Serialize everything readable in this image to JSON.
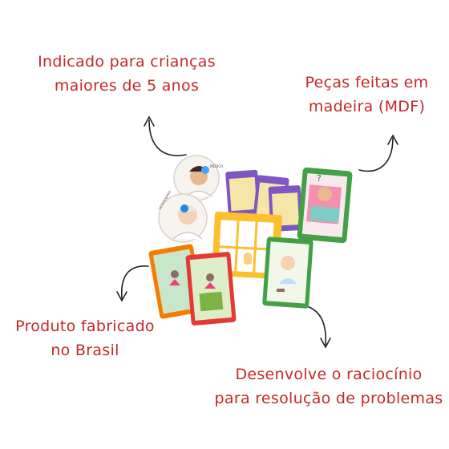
{
  "callouts": {
    "age": {
      "line1": "Indicado para crianças",
      "line2": "maiores de 5 anos"
    },
    "material": {
      "line1": "Peças feitas em",
      "line2": "madeira (MDF)"
    },
    "origin": {
      "line1": "Produto fabricado",
      "line2": "no Brasil"
    },
    "skill": {
      "line1": "Desenvolve o raciocínio",
      "line2": "para resolução de problemas"
    }
  },
  "tokens": {
    "top_label": "MÉDICO",
    "bottom_label": "VETERINÁRIO"
  },
  "colors": {
    "callout_text": "#c62828",
    "arrow": "#222222",
    "card_green": "#43a047",
    "card_orange": "#f57c00",
    "card_red": "#e53935",
    "board_yellow": "#fbc02d",
    "purple_card": "#7e57c2"
  }
}
